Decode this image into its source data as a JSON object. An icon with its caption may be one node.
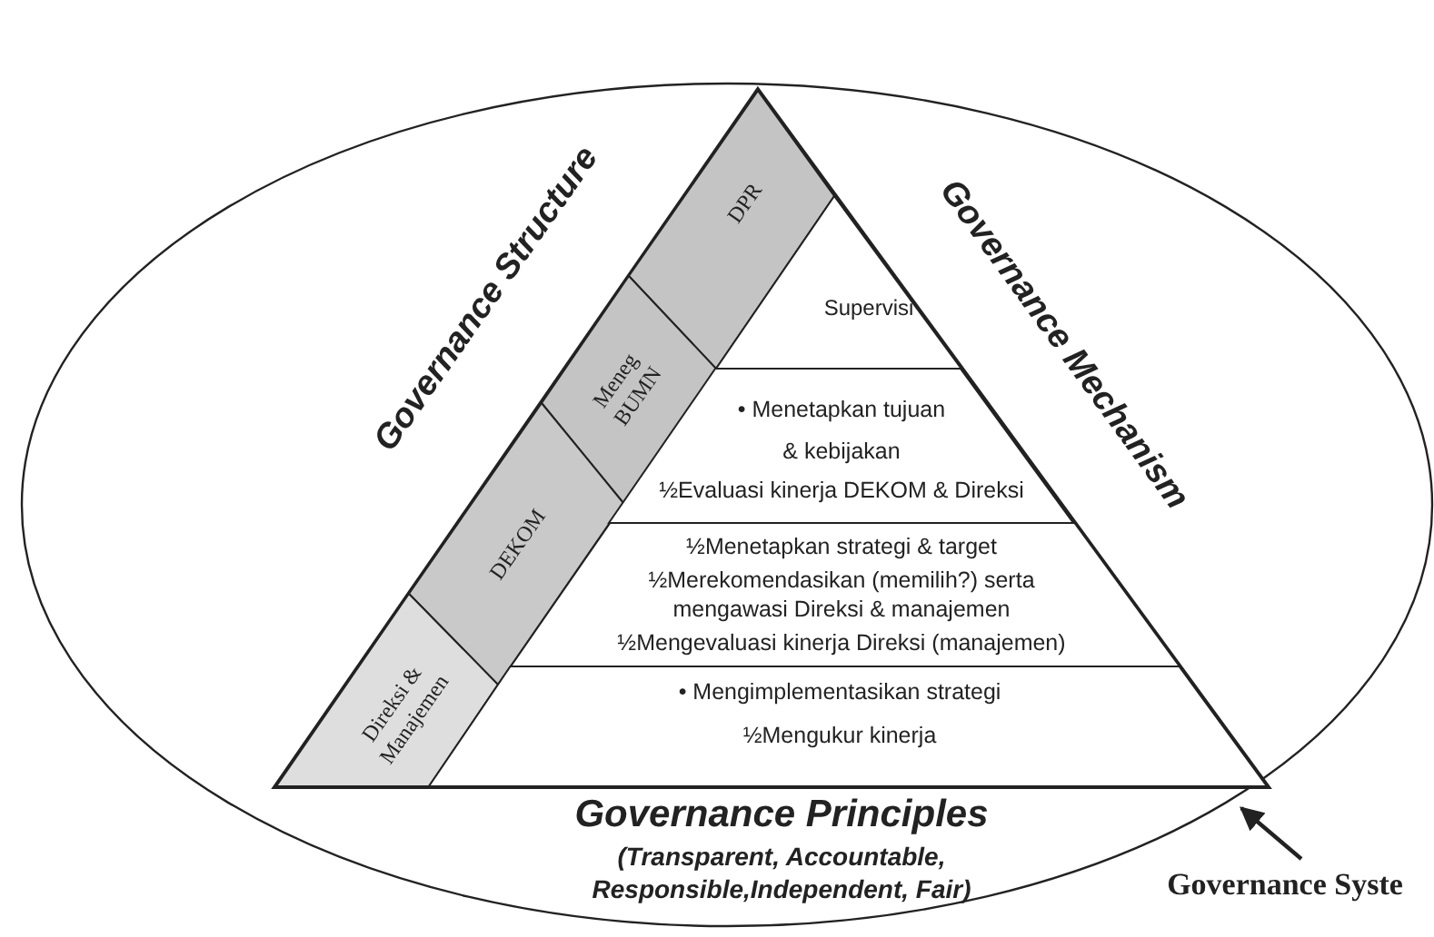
{
  "diagram": {
    "nodes": [
      {
        "text": [
          "Governance Principles",
          "(Transparent, Accountable, Responsible,Independent, Fair)"
        ]
      },
      {
        "text": [
          "Governance Structure",
          "Governance Mechanism"
        ],
        "in": 0
      },
      {
        "text": [
          "DPR"
        ],
        "in": 1
      },
      {
        "text": [
          "Meneg BUMN"
        ],
        "in": 1
      },
      {
        "text": [
          "DEKOM"
        ],
        "in": 1
      },
      {
        "text": [
          "Direksi & Manajemen"
        ],
        "in": 1
      },
      {
        "text": [
          "Supervisi"
        ],
        "in": 1
      },
      {
        "text": [
          "• Menetapkan tujuan & kebijakan",
          "½Evaluasi kinerja DEKOM & Direksi"
        ],
        "in": 1
      },
      {
        "text": [
          "½Menetapkan strategi & target",
          "½Merekomendasikan (memilih?) serta mengawasi Direksi & manajemen",
          "½Mengevaluasi kinerja Direksi (manajemen)"
        ],
        "in": 1
      },
      {
        "text": [
          "• Mengimplementasikan strategi",
          "½Mengukur kinerja"
        ],
        "in": 1
      },
      {
        "text": [
          "Governance Syste"
        ]
      }
    ],
    "edges": [
      {
        "from": 10,
        "to": 0,
        "arrow": "to"
      }
    ]
  }
}
